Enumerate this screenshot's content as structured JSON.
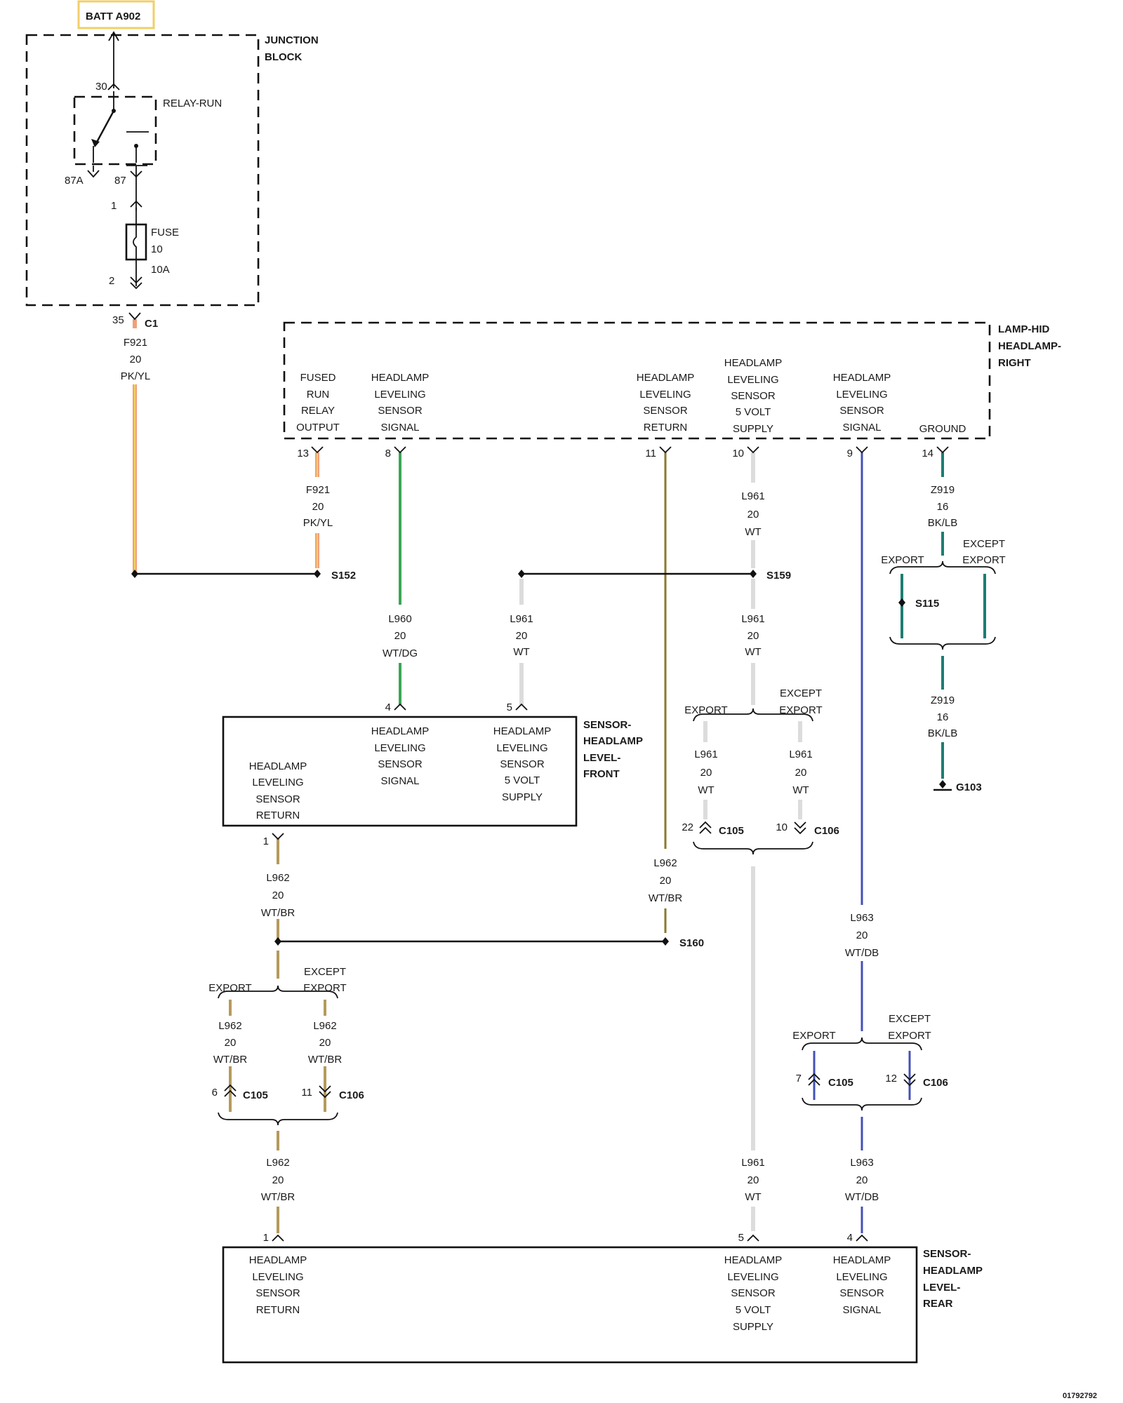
{
  "battery": {
    "label": "BATT A902"
  },
  "junction_block": {
    "title_line1": "JUNCTION",
    "title_line2": "BLOCK",
    "relay_label": "RELAY-RUN",
    "pin_30": "30",
    "pin_87a": "87A",
    "pin_87": "87",
    "pin_1": "1",
    "pin_2": "2",
    "fuse_line1": "FUSE",
    "fuse_line2": "10",
    "fuse_line3": "10A",
    "conn_pin": "35",
    "conn_name": "C1"
  },
  "wire_f921_a": {
    "circuit": "F921",
    "gauge": "20",
    "color": "PK/YL"
  },
  "lamp": {
    "title_line1": "LAMP-HID",
    "title_line2": "HEADLAMP-",
    "title_line3": "RIGHT",
    "pins": [
      {
        "number": "13",
        "l1": "FUSED",
        "l2": "RUN",
        "l3": "RELAY",
        "l4": "OUTPUT"
      },
      {
        "number": "8",
        "l1": "HEADLAMP",
        "l2": "LEVELING",
        "l3": "SENSOR",
        "l4": "SIGNAL"
      },
      {
        "number": "11",
        "l1": "HEADLAMP",
        "l2": "LEVELING",
        "l3": "SENSOR",
        "l4": "RETURN"
      },
      {
        "number": "10",
        "l0": "HEADLAMP",
        "l1": "LEVELING",
        "l2": "SENSOR",
        "l3": "5 VOLT",
        "l4": "SUPPLY"
      },
      {
        "number": "9",
        "l1": "HEADLAMP",
        "l2": "LEVELING",
        "l3": "SENSOR",
        "l4": "SIGNAL"
      },
      {
        "number": "14",
        "l4": "GROUND"
      }
    ]
  },
  "wire_f921_b": {
    "circuit": "F921",
    "gauge": "20",
    "color": "PK/YL"
  },
  "splices": {
    "s152": "S152",
    "s159": "S159",
    "s115": "S115",
    "s160": "S160"
  },
  "ground": {
    "label": "G103"
  },
  "wire_z919_a": {
    "circuit": "Z919",
    "gauge": "16",
    "color": "BK/LB"
  },
  "wire_z919_b": {
    "circuit": "Z919",
    "gauge": "16",
    "color": "BK/LB"
  },
  "wire_l960": {
    "circuit": "L960",
    "gauge": "20",
    "color": "WT/DG"
  },
  "wire_l961_top": {
    "circuit": "L961",
    "gauge": "20",
    "color": "WT"
  },
  "wire_l961_mid": {
    "circuit": "L961",
    "gauge": "20",
    "color": "WT"
  },
  "wire_l961_left": {
    "circuit": "L961",
    "gauge": "20",
    "color": "WT"
  },
  "wire_l961_exp": {
    "circuit": "L961",
    "gauge": "20",
    "color": "WT"
  },
  "wire_l961_exc": {
    "circuit": "L961",
    "gauge": "20",
    "color": "WT"
  },
  "wire_l961_bot": {
    "circuit": "L961",
    "gauge": "20",
    "color": "WT"
  },
  "wire_l962_top": {
    "circuit": "L962",
    "gauge": "20",
    "color": "WT/BR"
  },
  "wire_l962_right": {
    "circuit": "L962",
    "gauge": "20",
    "color": "WT/BR"
  },
  "wire_l962_exp": {
    "circuit": "L962",
    "gauge": "20",
    "color": "WT/BR"
  },
  "wire_l962_exc": {
    "circuit": "L962",
    "gauge": "20",
    "color": "WT/BR"
  },
  "wire_l962_bot": {
    "circuit": "L962",
    "gauge": "20",
    "color": "WT/BR"
  },
  "wire_l963_top": {
    "circuit": "L963",
    "gauge": "20",
    "color": "WT/DB"
  },
  "wire_l963_bot": {
    "circuit": "L963",
    "gauge": "20",
    "color": "WT/DB"
  },
  "options": {
    "export": "EXPORT",
    "except": "EXCEPT",
    "except_export": "EXPORT"
  },
  "connectors": {
    "c105_l961_pin": "22",
    "c105": "C105",
    "c106_l961_pin": "10",
    "c106": "C106",
    "c105_l962_pin": "6",
    "c106_l962_pin": "11",
    "c105_l963_pin": "7",
    "c106_l963_pin": "12"
  },
  "sensor_front": {
    "title_line1": "SENSOR-",
    "title_line2": "HEADLAMP",
    "title_line3": "LEVEL-",
    "title_line4": "FRONT",
    "pin_4": "4",
    "pin_5": "5",
    "pin_1": "1",
    "signal": {
      "l1": "HEADLAMP",
      "l2": "LEVELING",
      "l3": "SENSOR",
      "l4": "SIGNAL"
    },
    "supply": {
      "l1": "HEADLAMP",
      "l2": "LEVELING",
      "l3": "SENSOR",
      "l4": "5 VOLT",
      "l5": "SUPPLY"
    },
    "return": {
      "l1": "HEADLAMP",
      "l2": "LEVELING",
      "l3": "SENSOR",
      "l4": "RETURN"
    }
  },
  "sensor_rear": {
    "title_line1": "SENSOR-",
    "title_line2": "HEADLAMP",
    "title_line3": "LEVEL-",
    "title_line4": "REAR",
    "pin_1": "1",
    "pin_5": "5",
    "pin_4": "4",
    "return": {
      "l1": "HEADLAMP",
      "l2": "LEVELING",
      "l3": "SENSOR",
      "l4": "RETURN"
    },
    "supply": {
      "l1": "HEADLAMP",
      "l2": "LEVELING",
      "l3": "SENSOR",
      "l4": "5 VOLT",
      "l5": "SUPPLY"
    },
    "signal": {
      "l1": "HEADLAMP",
      "l2": "LEVELING",
      "l3": "SENSOR",
      "l4": "SIGNAL"
    }
  },
  "doc_number": "01792792",
  "wire_colors": {
    "pk_yl_a": "#f0a07a",
    "pk_yl_b": "#f2d25c",
    "wt": "#dcdcdc",
    "wt_dg": "#3aa655",
    "wt_br": "#b59a5c",
    "wt_br_dark": "#8a7a2c",
    "wt_db": "#4450b8",
    "bk_lb": "#1d7d72",
    "batt_box": "#f2cf6a"
  }
}
